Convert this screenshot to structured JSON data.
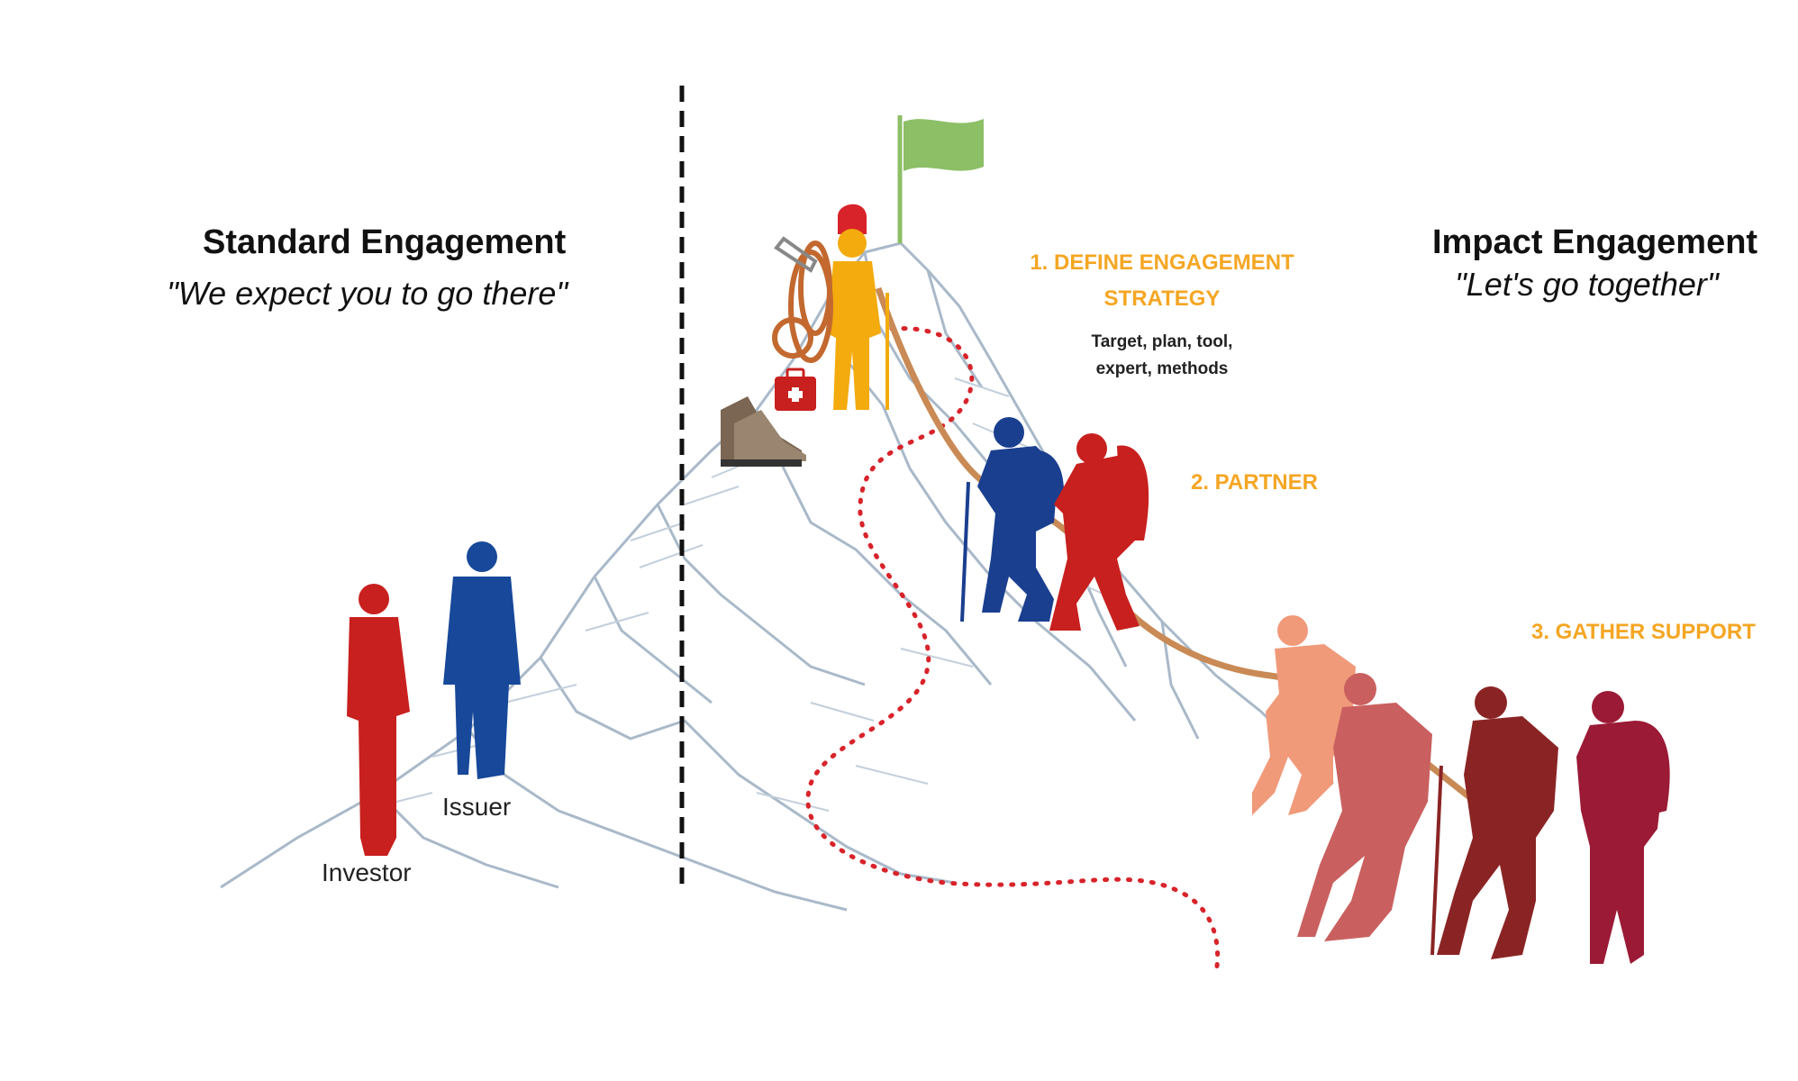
{
  "left": {
    "title": "Standard Engagement",
    "quote": "\"We expect you to go there\""
  },
  "right": {
    "title": "Impact Engagement",
    "quote": "\"Let's go together\""
  },
  "steps": {
    "step1_line1": "1. DEFINE ENGAGEMENT",
    "step1_line2": "STRATEGY",
    "step1_detail_line1": "Target, plan, tool,",
    "step1_detail_line2": "expert, methods",
    "step2": "2. PARTNER",
    "step3": "3. GATHER SUPPORT"
  },
  "people": {
    "investor": "Investor",
    "issuer": "Issuer"
  },
  "colors": {
    "step_text": "#f5a623",
    "mountain": "#a9b9c9",
    "flag": "#8cbf66",
    "trail": "#d8232a",
    "investor": "#c8201e",
    "issuer": "#17489a",
    "leader": "#f3ab0e",
    "partner_blue": "#1a3f8f",
    "partner_red": "#c8201e",
    "support_1": "#f09a7a",
    "support_2": "#c9605f",
    "support_3": "#8a2424",
    "support_4": "#9b1a35"
  }
}
